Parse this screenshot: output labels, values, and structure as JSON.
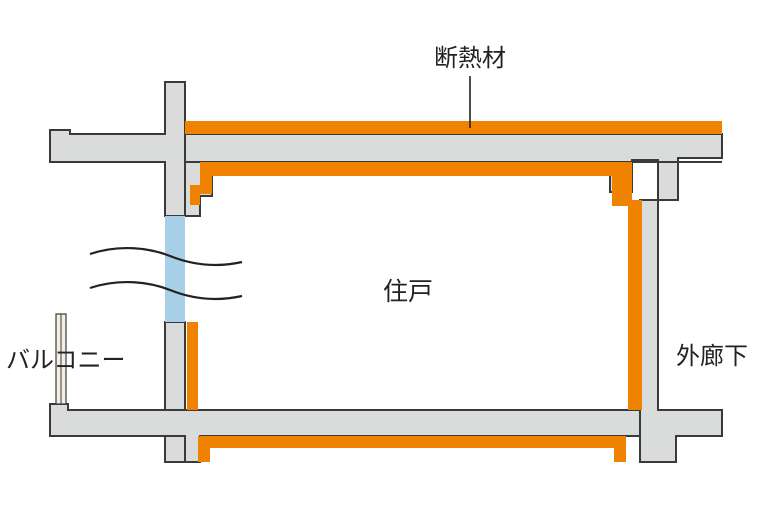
{
  "labels": {
    "insulation": "断熱材",
    "unit": "住戸",
    "balcony": "バルコニー",
    "corridor": "外廊下"
  },
  "colors": {
    "concrete_fill": "#dadbdb",
    "concrete_stroke": "#3a3a3a",
    "insulation": "#ef8200",
    "glass": "#a7cfe8",
    "railing_post": "#f3efe2",
    "text": "#222222"
  }
}
